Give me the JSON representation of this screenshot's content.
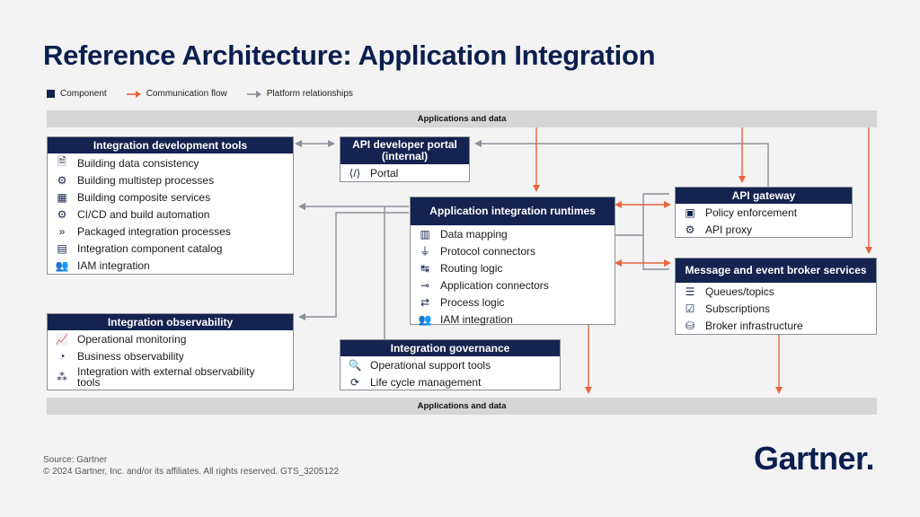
{
  "title": "Reference Architecture: Application Integration",
  "legend": {
    "component": "Component",
    "communication": "Communication flow",
    "platform": "Platform relationships"
  },
  "colors": {
    "navy": "#14234f",
    "orange": "#e8643c",
    "gray": "#8a8f99"
  },
  "bands": {
    "top": "Applications and data",
    "bottom": "Applications and data"
  },
  "boxes": {
    "dev_tools": {
      "title": "Integration development tools",
      "items": [
        {
          "icon": "document-icon",
          "label": "Building data consistency"
        },
        {
          "icon": "flow-icon",
          "label": "Building multistep processes"
        },
        {
          "icon": "composite-icon",
          "label": "Building composite services"
        },
        {
          "icon": "gear-box-icon",
          "label": "CI/CD and build automation"
        },
        {
          "icon": "chevrons-icon",
          "label": "Packaged integration processes"
        },
        {
          "icon": "catalog-icon",
          "label": "Integration component catalog"
        },
        {
          "icon": "users-icon",
          "label": "IAM integration"
        }
      ]
    },
    "dev_portal": {
      "title": "API developer portal (internal)",
      "items": [
        {
          "icon": "code-icon",
          "label": "Portal"
        }
      ]
    },
    "runtimes": {
      "title": "Application integration runtimes",
      "items": [
        {
          "icon": "bar-chart-icon",
          "label": "Data mapping"
        },
        {
          "icon": "plug-icon",
          "label": "Protocol connectors"
        },
        {
          "icon": "routing-icon",
          "label": "Routing logic"
        },
        {
          "icon": "connector-icon",
          "label": "Application connectors"
        },
        {
          "icon": "process-icon",
          "label": "Process logic"
        },
        {
          "icon": "users-icon",
          "label": "IAM integration"
        }
      ]
    },
    "gateway": {
      "title": "API gateway",
      "items": [
        {
          "icon": "policy-icon",
          "label": "Policy enforcement"
        },
        {
          "icon": "proxy-icon",
          "label": "API proxy"
        }
      ]
    },
    "broker": {
      "title": "Message and event broker services",
      "items": [
        {
          "icon": "list-icon",
          "label": "Queues/topics"
        },
        {
          "icon": "checklist-icon",
          "label": "Subscriptions"
        },
        {
          "icon": "stack-icon",
          "label": "Broker infrastructure"
        }
      ]
    },
    "observability": {
      "title": "Integration observability",
      "items": [
        {
          "icon": "line-chart-icon",
          "label": "Operational monitoring"
        },
        {
          "icon": "gauge-icon",
          "label": "Business observability"
        },
        {
          "icon": "network-icon",
          "label": "Integration with external observability tools"
        }
      ]
    },
    "governance": {
      "title": "Integration governance",
      "items": [
        {
          "icon": "magnifier-icon",
          "label": "Operational support tools"
        },
        {
          "icon": "lifecycle-icon",
          "label": "Life cycle management"
        }
      ]
    }
  },
  "source": "Source: Gartner",
  "copyright": "© 2024 Gartner, Inc. and/or its affiliates. All rights reserved. GTS_3205122",
  "logo": "Gartner."
}
